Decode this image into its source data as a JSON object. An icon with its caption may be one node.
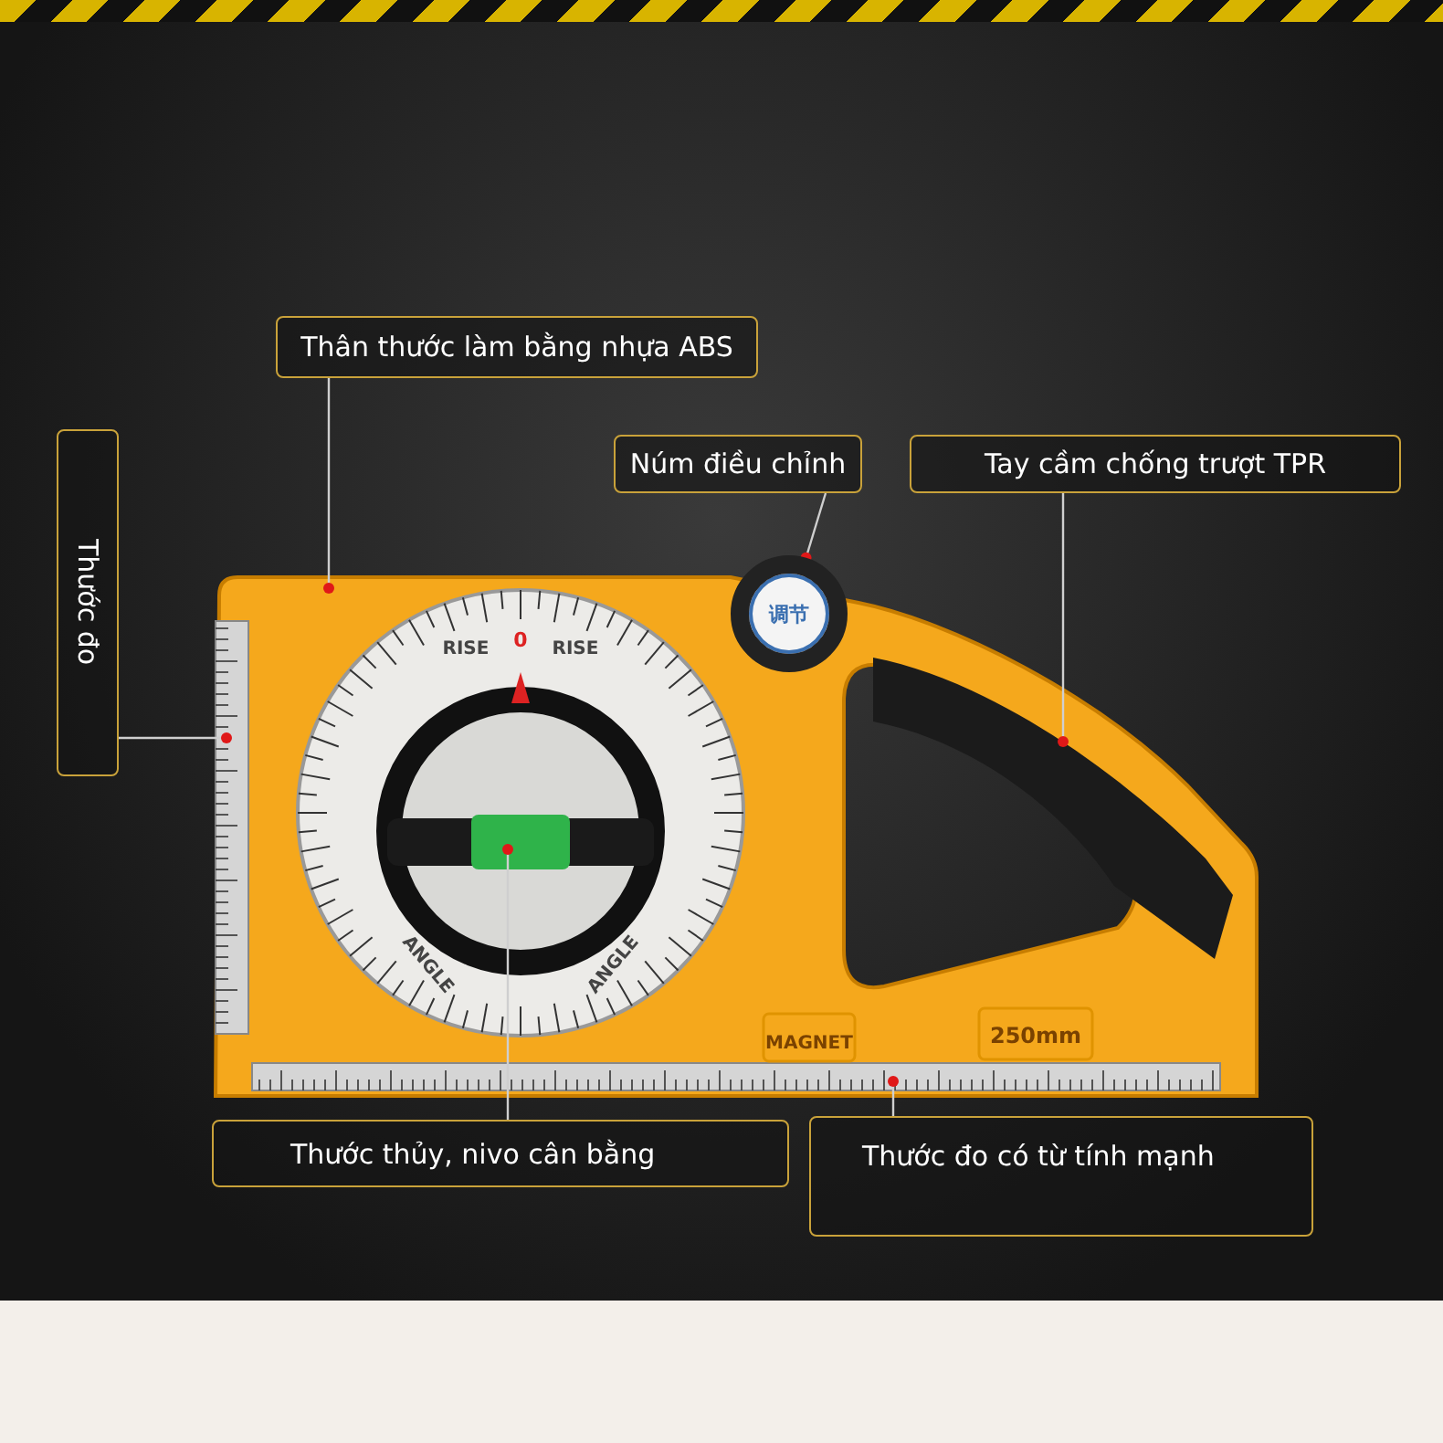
{
  "diagram": {
    "nodes": [
      {
        "text": [
          "Thân thước làm bằng nhựa ABS"
        ]
      },
      {
        "text": [
          "Thước đo"
        ]
      },
      {
        "text": [
          "Núm điều chỉnh"
        ]
      },
      {
        "text": [
          "Tay cầm chống trượt TPR"
        ]
      },
      {
        "text": [
          "Thước thủy, nivo cân bằng"
        ]
      },
      {
        "text": [
          "Thước đo có từ tính mạnh"
        ]
      },
      {
        "text": [
          "调节"
        ]
      }
    ],
    "edges": [
      {
        "from": 0,
        "to": null,
        "arrow": "other"
      },
      {
        "from": 1,
        "to": null,
        "arrow": "other"
      },
      {
        "from": 2,
        "to": 6,
        "arrow": "other"
      },
      {
        "from": 3,
        "to": null,
        "arrow": "other"
      },
      {
        "from": 4,
        "to": null,
        "arrow": "other"
      },
      {
        "from": 5,
        "to": null,
        "arrow": "other"
      }
    ],
    "labels": [
      "RISE",
      "0",
      "RISE",
      "ANGLE",
      "ANGLE",
      "MAGNET",
      "250mm"
    ]
  }
}
